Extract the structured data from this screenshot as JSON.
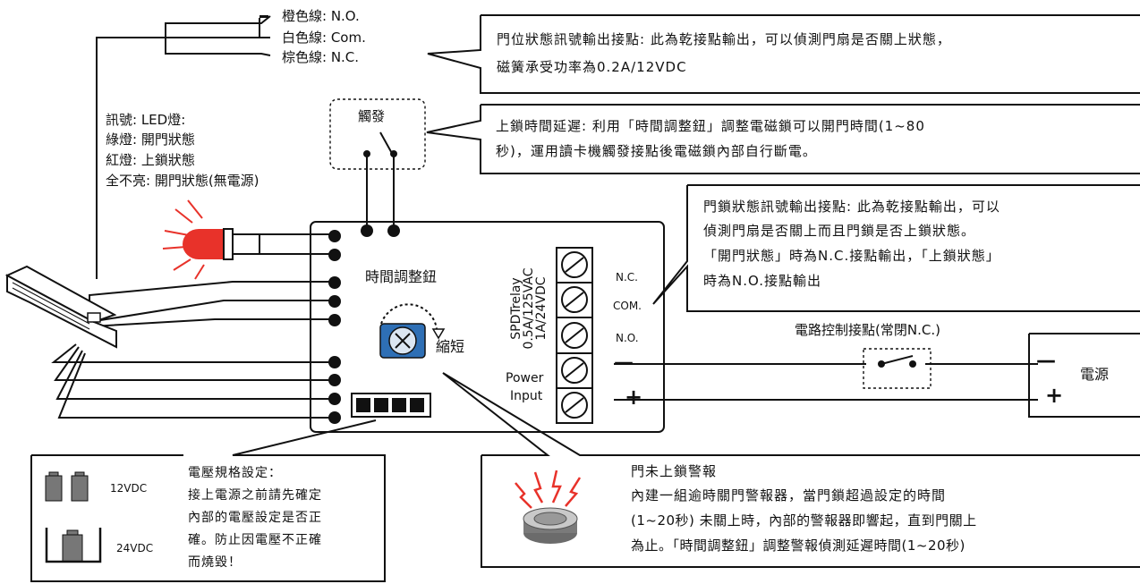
{
  "wires": {
    "orange": "橙色線: N.O.",
    "white": "白色線: Com.",
    "brown": "棕色線: N.C."
  },
  "door_sensor_note": {
    "line1": "門位狀態訊號輸出接點: 此為乾接點輸出，可以偵測門扇是否關上狀態，",
    "line2": "磁簧承受功率為0.2A/12VDC"
  },
  "trigger": {
    "label": "觸發"
  },
  "led_legend": {
    "line1": "訊號: LED燈:",
    "line2": "綠燈: 開門狀態",
    "line3": "紅燈: 上鎖狀態",
    "line4": "全不亮: 開門狀態(無電源)"
  },
  "delay_note": {
    "line1": "上鎖時間延遲: 利用「時間調整鈕」調整電磁鎖可以開門時間(1~80",
    "line2": "秒)，運用讀卡機觸發接點後電磁鎖內部自行斷電。"
  },
  "lock_status_note": {
    "line1": "門鎖狀態訊號輸出接點: 此為乾接點輸出，可以",
    "line2": "偵測門扇是否關上而且門鎖是否上鎖狀態。",
    "line3": "「開門狀態」時為N.C.接點輸出，「上鎖狀態」",
    "line4": "時為N.O.接點輸出"
  },
  "board": {
    "knob_label": "時間調整鈕",
    "shorten_label": "縮短",
    "relay_line1": "SPDTrelay",
    "relay_line2": "0.5A/125VAC",
    "relay_line3": "1A/24VDC",
    "power_line1": "Power",
    "power_line2": "Input",
    "nc": "N.C.",
    "com": "COM.",
    "no": "N.O.",
    "minus": "—",
    "plus": "+"
  },
  "circuit_contact": {
    "label": "電路控制接點(常閉N.C.)"
  },
  "power_supply": {
    "label": "電源",
    "minus": "—",
    "plus": "+"
  },
  "voltage_note": {
    "v12": "12VDC",
    "v24": "24VDC",
    "line1": "電壓規格設定：",
    "line2": "接上電源之前請先確定",
    "line3": "內部的電壓設定是否正",
    "line4": "確。防止因電壓不正確",
    "line5": "而燒毀！"
  },
  "alarm_note": {
    "line1": "門未上鎖警報",
    "line2": "內建一組逾時關門警報器，當門鎖超過設定的時間",
    "line3": "(1~20秒) 未關上時，內部的警報器即響起，直到門關上",
    "line4": "為止。「時間調整鈕」調整警報偵測延遲時間(1~20秒)"
  },
  "colors": {
    "led_red": "#e8322a",
    "knob_blue": "#2e6fb5"
  }
}
